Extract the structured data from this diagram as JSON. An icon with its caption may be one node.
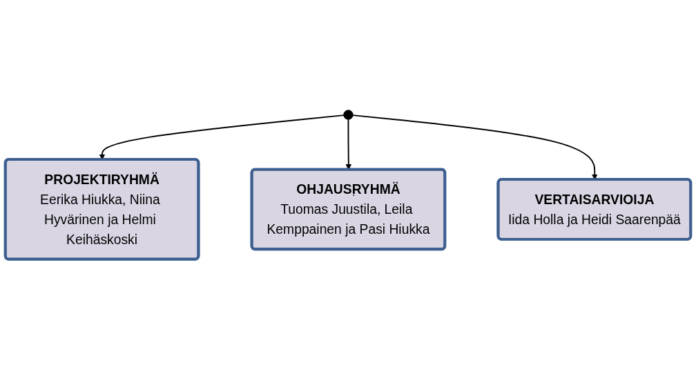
{
  "diagram": {
    "nodes": [
      {
        "text": [
          "PROJEKTIRYHMÄ",
          "Eerika Hiukka, Niina Hyvärinen ja Helmi Keihäskoski"
        ]
      },
      {
        "text": [
          "OHJAUSRYHMÄ",
          "Tuomas Juustila, Leila Kemppainen ja Pasi Hiukka"
        ]
      },
      {
        "text": [
          "VERTAISARVIOIJA",
          "Iida Holla ja Heidi Saarenpää"
        ]
      }
    ],
    "edges": [
      {
        "from": null,
        "to": 0,
        "arrow": "to"
      },
      {
        "from": null,
        "to": 1,
        "arrow": "to"
      },
      {
        "from": null,
        "to": 2,
        "arrow": "to"
      }
    ],
    "labels": [
      "."
    ]
  }
}
